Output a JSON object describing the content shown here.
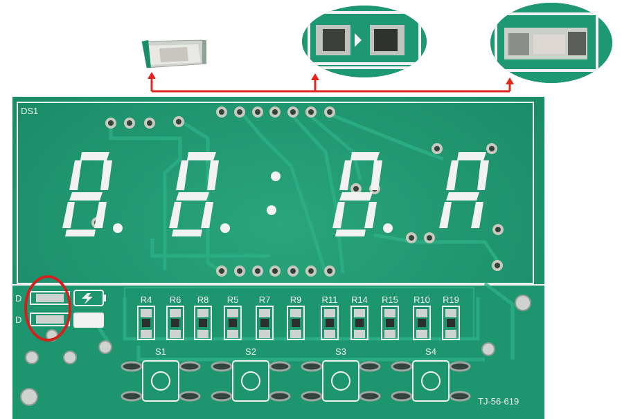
{
  "board": {
    "display_label": "DS1",
    "model_label": "TJ-56-619",
    "led_labels": [
      "D",
      "D"
    ],
    "resistor_labels": [
      "R4",
      "R6",
      "R8",
      "R5",
      "R7",
      "R9",
      "R11",
      "R14",
      "R15",
      "R10",
      "R19"
    ],
    "switch_labels": [
      "S1",
      "S2",
      "S3",
      "S4"
    ]
  },
  "icons": {
    "battery": "battery-bolt-icon",
    "highlight": "red-circle-highlight"
  },
  "colors": {
    "pcb": "#1f9b74",
    "pcb_trace": "#26a77f",
    "silkscreen": "#f2f2f2",
    "callout": "#e0241f"
  }
}
